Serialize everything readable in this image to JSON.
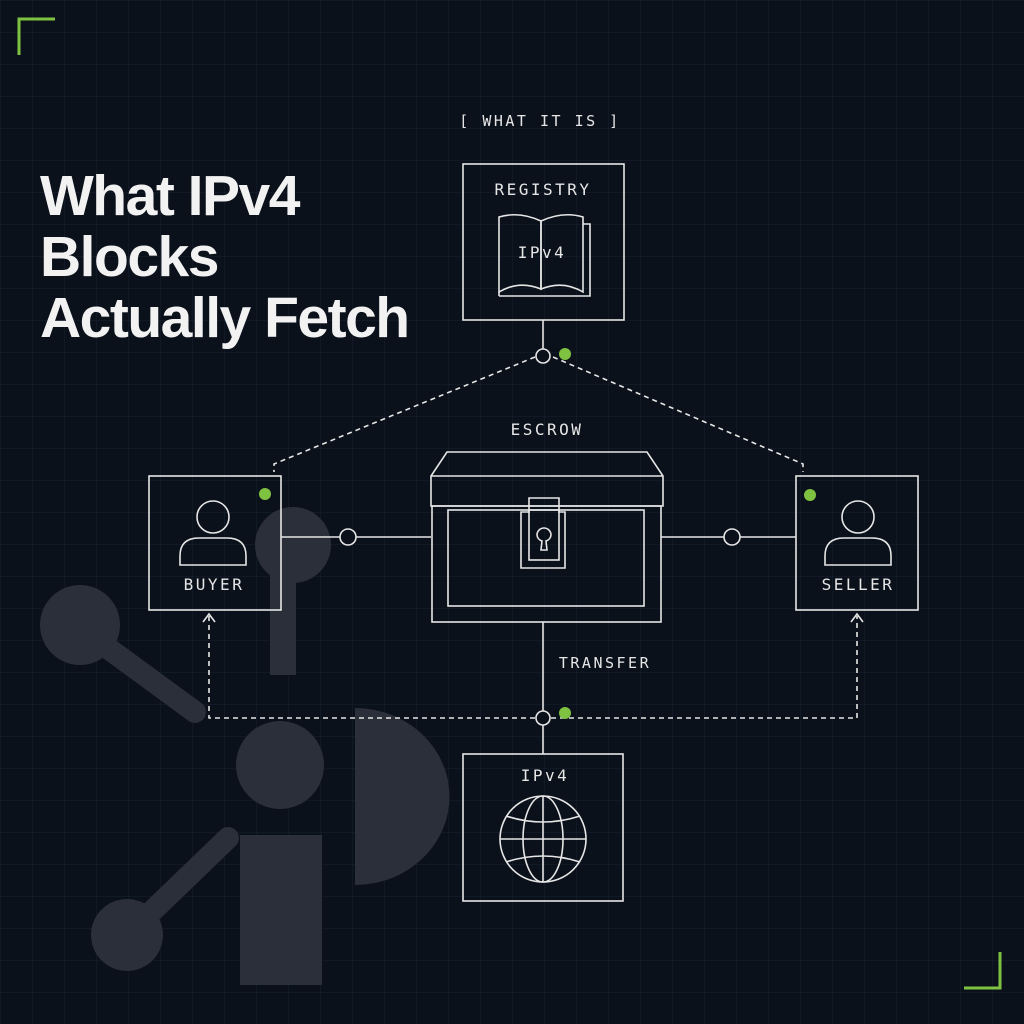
{
  "headline": {
    "line1": "What IPv4",
    "line2": "Blocks",
    "line3": "Actually Fetch"
  },
  "section_label": "[ WHAT IT IS ]",
  "nodes": {
    "registry": {
      "label": "REGISTRY",
      "book_text": "IPv4"
    },
    "escrow": {
      "label": "ESCROW"
    },
    "buyer": {
      "label": "BUYER"
    },
    "seller": {
      "label": "SELLER"
    },
    "ipv4": {
      "label": "IPv4"
    }
  },
  "transfer_label": "TRANSFER",
  "colors": {
    "background": "#0b111b",
    "line": "#e6e6e6",
    "accent": "#7fc241",
    "watermark": "#2a2f39"
  },
  "icons": [
    "book-icon",
    "padlock-chest-icon",
    "user-icon",
    "globe-icon",
    "ip-logo-watermark"
  ]
}
